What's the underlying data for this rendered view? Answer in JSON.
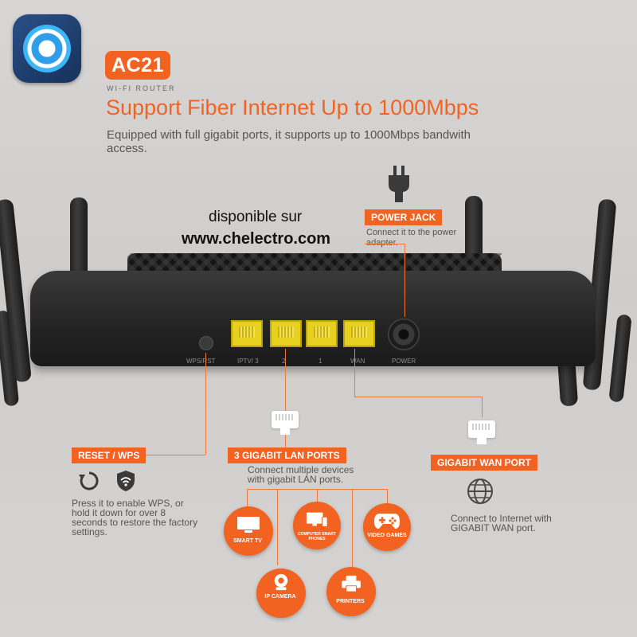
{
  "brand": {
    "model": "AC21",
    "subtitle": "WI-FI ROUTER",
    "accent_color": "#f26322"
  },
  "headline": "Support Fiber Internet Up to 1000Mbps",
  "subline": "Equipped with full gigabit ports, it supports up to 1000Mbps bandwith access.",
  "promo": {
    "line1": "disponible sur",
    "line2": "www.chelectro.com"
  },
  "power_jack": {
    "label": "POWER JACK",
    "desc": "Connect it to the power adapter."
  },
  "port_labels": {
    "wps": "WPS/RST",
    "iptv": "IPTV/ 3",
    "lan2": "2",
    "lan1": "1",
    "wan": "WAN",
    "power": "POWER"
  },
  "reset_wps": {
    "label": "RESET / WPS",
    "desc": "Press it to enable WPS, or hold it down for over 8 seconds to restore the factory settings."
  },
  "lan": {
    "label": "3 GIGABIT LAN PORTS",
    "desc": "Connect multiple devices with gigabit LAN ports."
  },
  "wan": {
    "label": "GIGABIT WAN PORT",
    "desc": "Connect to Internet with GIGABIT WAN port."
  },
  "devices": {
    "tv": "SMART TV",
    "pc": "COMPUTER SMART PHONES",
    "game": "VIDEO GAMES",
    "camera": "IP CAMERA",
    "printer": "PRINTERS"
  },
  "icons": [
    "app-icon",
    "plug-icon",
    "reset-icon",
    "wps-icon",
    "globe-icon",
    "ethernet-icon",
    "tv-icon",
    "computer-icon",
    "gamepad-icon",
    "camera-icon",
    "printer-icon"
  ]
}
